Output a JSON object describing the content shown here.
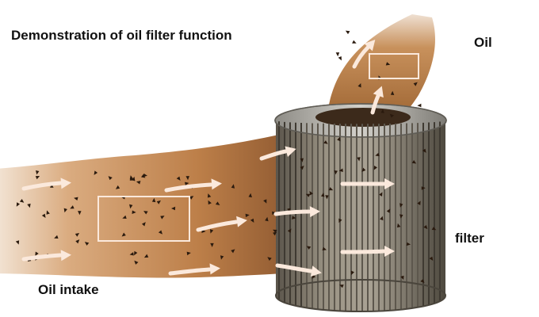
{
  "title": "Demonstration of oil filter function",
  "labels": {
    "oil_outlet": "Oil",
    "filter": "filter",
    "oil_intake": "Oil intake"
  },
  "colors": {
    "oil_light": "#d8a779",
    "oil_mid": "#b9783f",
    "oil_dark": "#7d4a22",
    "filter_body": "#8a8275",
    "filter_pleat": "#5d574d",
    "filter_cap": "#b0aea8",
    "arrow": "#fbe9dc",
    "particle": "#2a1a0e"
  },
  "icons": [
    "flow-arrow",
    "particle",
    "highlight-box"
  ]
}
